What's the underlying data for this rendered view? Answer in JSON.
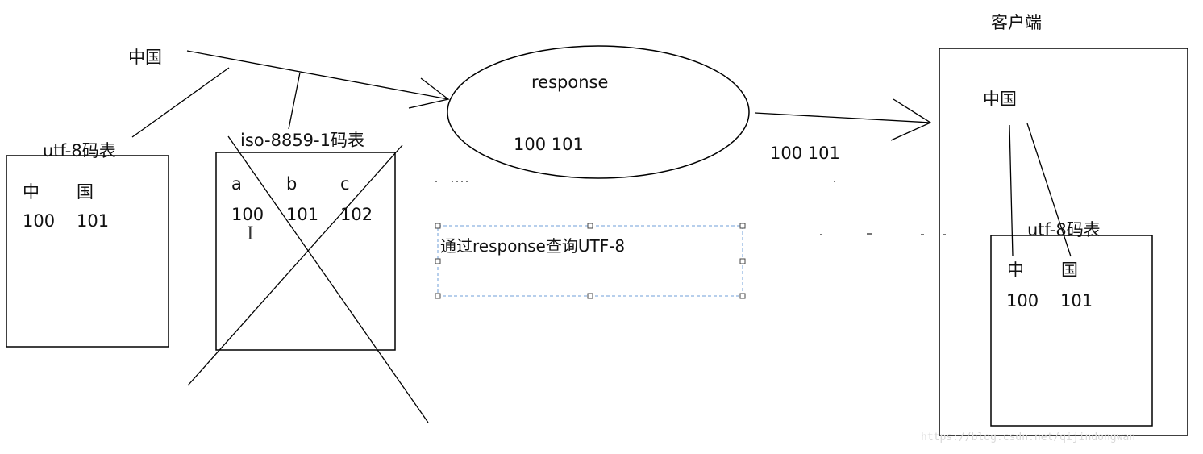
{
  "source_text": "中国",
  "client_title": "客户端",
  "utf8_table": {
    "title": "utf-8码表",
    "headers": [
      "中",
      "国"
    ],
    "codes": [
      "100",
      "101"
    ]
  },
  "iso_table": {
    "title": "iso-8859-1码表",
    "headers": [
      "a",
      "b",
      "c"
    ],
    "codes": [
      "100",
      "101",
      "102"
    ]
  },
  "response": {
    "label": "response",
    "codes": "100 101"
  },
  "transfer_codes": "100 101",
  "textbox": {
    "text": "通过response查询UTF-8"
  },
  "client": {
    "text": "中国",
    "utf8_table": {
      "title": "utf-8码表",
      "headers": [
        "中",
        "国"
      ],
      "codes": [
        "100",
        "101"
      ]
    }
  },
  "watermark": "https://blog.csdn.net/qijindongwan",
  "colors": {
    "stroke": "#000000",
    "selection": "#6f9fd8",
    "watermark": "#d8d8d8"
  }
}
